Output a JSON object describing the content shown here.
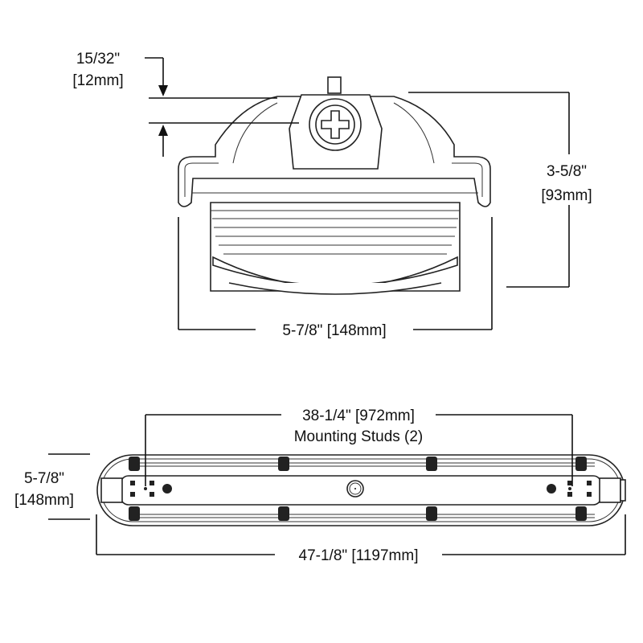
{
  "front_view": {
    "top_offset": {
      "imperial": "15/32\"",
      "metric": "[12mm]"
    },
    "height": {
      "imperial": "3-5/8\"",
      "metric": "[93mm]"
    },
    "width": {
      "label": "5-7/8\" [148mm]"
    }
  },
  "top_view": {
    "stud_spacing": {
      "label": "38-1/4\" [972mm]",
      "note": "Mounting Studs (2)"
    },
    "width": {
      "imperial": "5-7/8\"",
      "metric": "[148mm]"
    },
    "length": {
      "label": "47-1/8\" [1197mm]"
    }
  },
  "colors": {
    "line": "#111111"
  }
}
